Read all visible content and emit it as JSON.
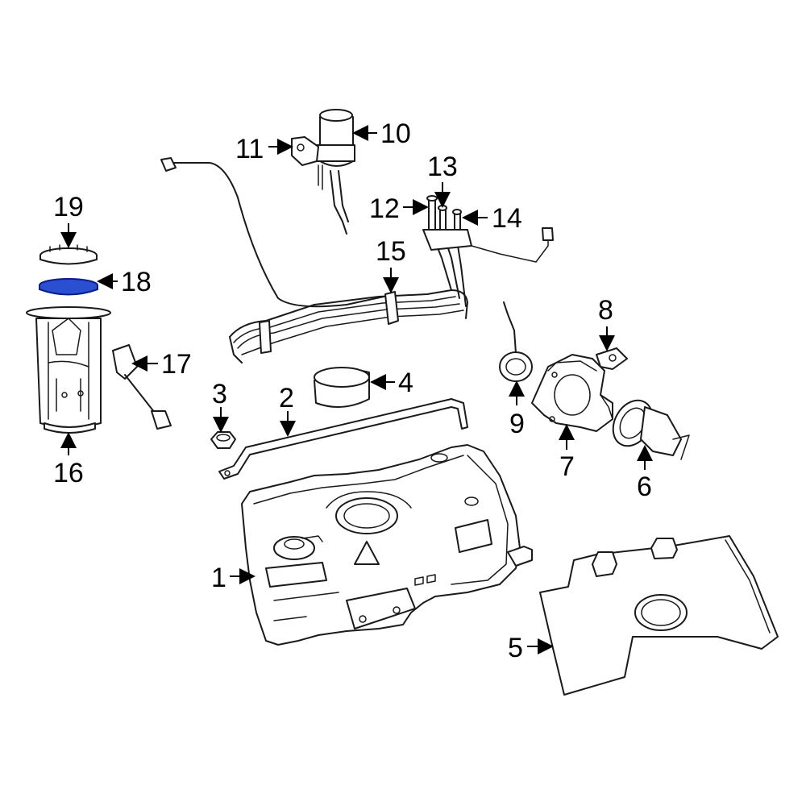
{
  "colors": {
    "line": "#1a1a1a",
    "background": "#ffffff",
    "highlight_fill": "#2a4fd0",
    "highlight_stroke": "#0a1d8a"
  },
  "callouts": [
    {
      "id": "1",
      "label": "1"
    },
    {
      "id": "2",
      "label": "2"
    },
    {
      "id": "3",
      "label": "3"
    },
    {
      "id": "4",
      "label": "4"
    },
    {
      "id": "5",
      "label": "5"
    },
    {
      "id": "6",
      "label": "6"
    },
    {
      "id": "7",
      "label": "7"
    },
    {
      "id": "8",
      "label": "8"
    },
    {
      "id": "9",
      "label": "9"
    },
    {
      "id": "10",
      "label": "10"
    },
    {
      "id": "11",
      "label": "11"
    },
    {
      "id": "12",
      "label": "12"
    },
    {
      "id": "13",
      "label": "13"
    },
    {
      "id": "14",
      "label": "14"
    },
    {
      "id": "15",
      "label": "15"
    },
    {
      "id": "16",
      "label": "16"
    },
    {
      "id": "17",
      "label": "17"
    },
    {
      "id": "18",
      "label": "18"
    },
    {
      "id": "19",
      "label": "19"
    }
  ],
  "highlighted_part": "18"
}
